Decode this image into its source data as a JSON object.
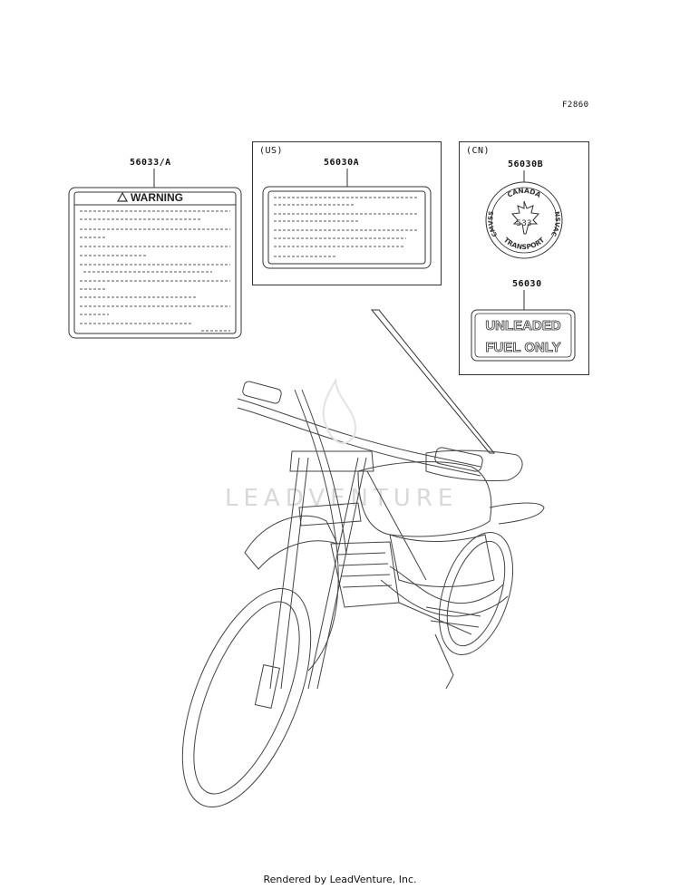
{
  "diagram": {
    "figure_code": "F2860",
    "watermark": "LEADVENTURE",
    "footer": "Rendered by LeadVenture, Inc.",
    "labels": {
      "warning": {
        "part_number": "56033/A",
        "heading": "WARNING"
      },
      "us": {
        "region": "(US)",
        "part_number": "56030A"
      },
      "cn": {
        "region": "(CN)",
        "seal_part_number": "56030B",
        "seal_top_text": "CANADA",
        "seal_bottom_text": "TRANSPORT",
        "seal_left_text": "CMVSS",
        "seal_right_text": "NSVAC",
        "seal_number": "533",
        "fuel_part_number": "56030",
        "fuel_line1": "UNLEADED",
        "fuel_line2": "FUEL ONLY"
      }
    }
  }
}
